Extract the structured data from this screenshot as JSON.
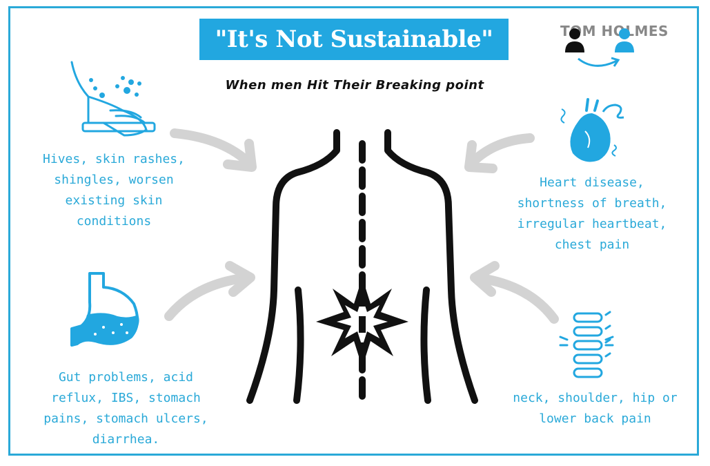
{
  "title": "\"It's Not Sustainable\"",
  "subtitle": "When men Hit Their Breaking point",
  "logo": {
    "text": "TOM HOLMES"
  },
  "colors": {
    "accent": "#22a7e0",
    "arrow": "#d3d3d3",
    "ink": "#111111",
    "logo_grey": "#888888"
  },
  "symptoms": {
    "skin": {
      "icon": "hand-rash-icon",
      "text": "Hives, skin rashes,\nshingles, worsen\nexisting skin\nconditions"
    },
    "heart": {
      "icon": "heart-icon",
      "text": "Heart disease,\nshortness of breath,\nirregular heartbeat,\nchest pain"
    },
    "gut": {
      "icon": "stomach-icon",
      "text": "Gut problems, acid\nreflux, IBS, stomach\npains, stomach ulcers,\ndiarrhea."
    },
    "back": {
      "icon": "spine-icon",
      "text": "neck, shoulder, hip or\nlower back pain"
    }
  },
  "center_icon": "back-pain-torso-icon"
}
